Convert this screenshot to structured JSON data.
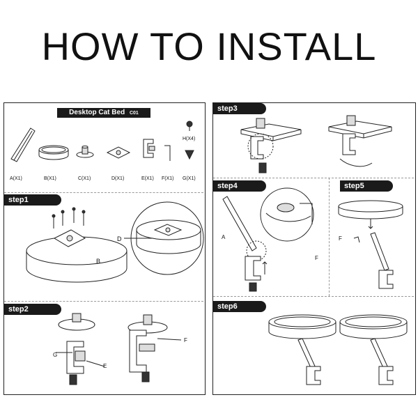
{
  "title": "HOW TO INSTALL",
  "kit": {
    "name": "Desktop Cat Bed",
    "code": "C01"
  },
  "parts": [
    {
      "label": "A(X1)"
    },
    {
      "label": "B(X1)"
    },
    {
      "label": "C(X1)"
    },
    {
      "label": "D(X1)"
    },
    {
      "label": "E(X1)"
    },
    {
      "label": "F(X1)"
    },
    {
      "label": "G(X1)"
    },
    {
      "label": "H(X4)"
    }
  ],
  "steps": {
    "s1": "step1",
    "s2": "step2",
    "s3": "step3",
    "s4": "step4",
    "s5": "step5",
    "s6": "step6"
  },
  "callouts": {
    "B": "B",
    "D": "D",
    "G": "G",
    "E": "E",
    "F": "F",
    "A": "A",
    "F4": "F",
    "F5": "F"
  }
}
